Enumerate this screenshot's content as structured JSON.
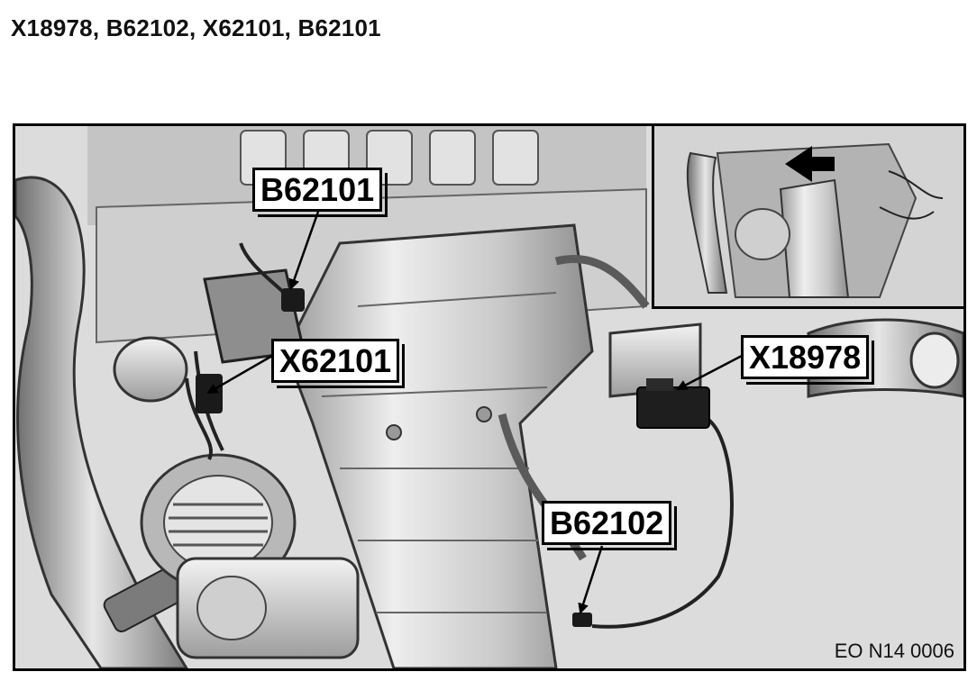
{
  "title": "X18978, B62102, X62101, B62101",
  "callouts": {
    "b62101": "B62101",
    "x62101": "X62101",
    "x18978": "X18978",
    "b62102": "B62102"
  },
  "figure_code": "EO N14 0006",
  "colors": {
    "background": "#ffffff",
    "line": "#000000",
    "engine_light": "#d8d8d8",
    "engine_mid": "#a9a9a9",
    "engine_dark": "#5a5a5a"
  }
}
